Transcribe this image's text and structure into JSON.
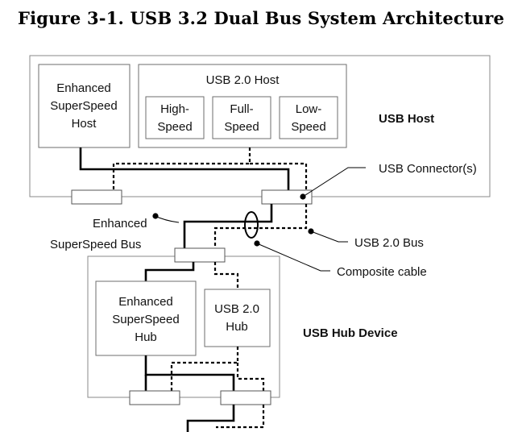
{
  "figure_title": "Figure 3-1.  USB 3.2 Dual Bus System Architecture",
  "host": {
    "label": "USB Host",
    "enhanced_box": [
      "Enhanced",
      "SuperSpeed",
      "Host"
    ],
    "usb2_host_title": "USB 2.0 Host",
    "speed_boxes": [
      [
        "High-",
        "Speed"
      ],
      [
        "Full-",
        "Speed"
      ],
      [
        "Low-",
        "Speed"
      ]
    ]
  },
  "hub": {
    "label": "USB Hub Device",
    "enhanced_box": [
      "Enhanced",
      "SuperSpeed",
      "Hub"
    ],
    "usb2_box": [
      "USB 2.0",
      "Hub"
    ]
  },
  "callouts": {
    "usb_connectors": "USB Connector(s)",
    "enhanced_bus_line1": "Enhanced",
    "enhanced_bus_line2": "SuperSpeed Bus",
    "usb2_bus": "USB 2.0 Bus",
    "composite_cable": "Composite cable"
  }
}
